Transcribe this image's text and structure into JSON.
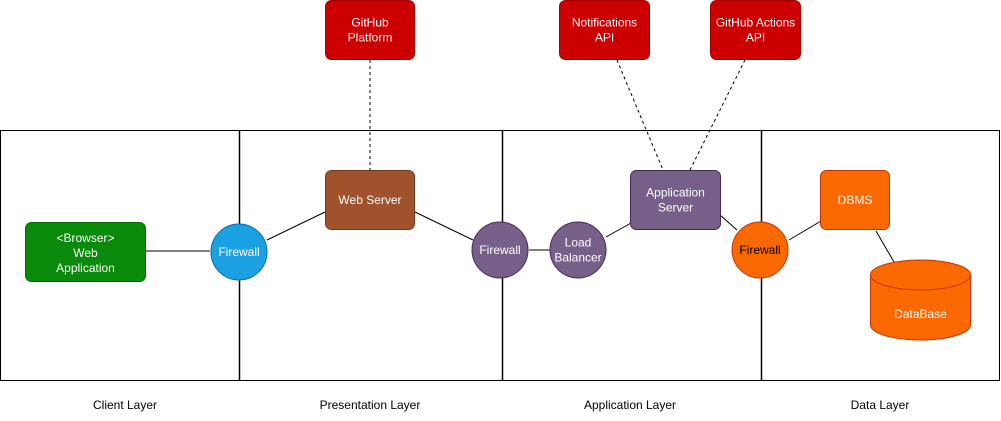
{
  "nodes": {
    "github_platform": {
      "lines": [
        "GitHub",
        "Platform"
      ],
      "fill": "#CC0000",
      "stroke": "#A50000",
      "text_color": "#FFFFFF"
    },
    "notifications_api": {
      "lines": [
        "Notifications",
        "API"
      ],
      "fill": "#CC0000",
      "stroke": "#A50000",
      "text_color": "#FFFFFF"
    },
    "github_actions_api": {
      "lines": [
        "GitHub Actions",
        "API"
      ],
      "fill": "#CC0000",
      "stroke": "#A50000",
      "text_color": "#FFFFFF"
    },
    "browser_web_app": {
      "lines": [
        "<Browser>",
        "Web",
        "Application"
      ],
      "fill": "#0A8A0A",
      "stroke": "#056B05",
      "text_color": "#FFFFFF"
    },
    "firewall_client": {
      "lines": [
        "Firewall"
      ],
      "fill": "#1BA1E2",
      "stroke": "#006EAF",
      "text_color": "#FFFFFF"
    },
    "web_server": {
      "lines": [
        "Web Server"
      ],
      "fill": "#A0522D",
      "stroke": "#6D3B1F",
      "text_color": "#FFFFFF"
    },
    "firewall_presentation": {
      "lines": [
        "Firewall"
      ],
      "fill": "#76608A",
      "stroke": "#432D57",
      "text_color": "#FFFFFF"
    },
    "load_balancer": {
      "lines": [
        "Load",
        "Balancer"
      ],
      "fill": "#76608A",
      "stroke": "#432D57",
      "text_color": "#FFFFFF"
    },
    "application_server": {
      "lines": [
        "Application",
        "Server"
      ],
      "fill": "#76608A",
      "stroke": "#432D57",
      "text_color": "#FFFFFF"
    },
    "firewall_data": {
      "lines": [
        "Firewall"
      ],
      "fill": "#FA6800",
      "stroke": "#C73500",
      "text_color": "#000000"
    },
    "dbms": {
      "lines": [
        "DBMS"
      ],
      "fill": "#FA6800",
      "stroke": "#C73500",
      "text_color": "#FFFFFF"
    },
    "database": {
      "lines": [
        "DataBase"
      ],
      "fill": "#FA6800",
      "stroke": "#C73500",
      "text_color": "#FFFFFF"
    }
  },
  "layers": {
    "client": "Client Layer",
    "presentation": "Presentation Layer",
    "application": "Application Layer",
    "data": "Data Layer"
  },
  "colors": {
    "line": "#000000",
    "background": "#FFFFFF"
  }
}
